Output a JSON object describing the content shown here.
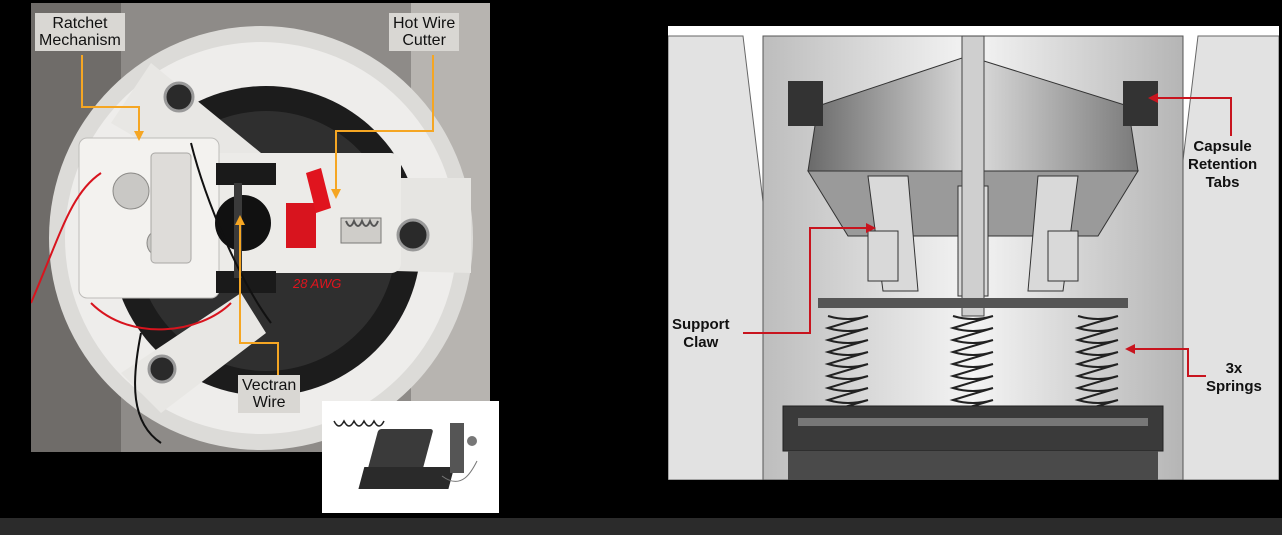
{
  "photo": {
    "labels": {
      "ratchet": [
        "Ratchet",
        "Mechanism"
      ],
      "hotwire": [
        "Hot Wire",
        "Cutter"
      ],
      "vectran": [
        "Vectran",
        "Wire"
      ],
      "handwritten": "28 AWG"
    },
    "colors": {
      "callout_line": "#f5a623",
      "wire_red": "#e0141e"
    }
  },
  "cad": {
    "labels": {
      "capsule": [
        "Capsule",
        "Retention",
        "Tabs"
      ],
      "support": [
        "Support",
        "Claw"
      ],
      "springs": [
        "3x",
        "Springs"
      ]
    },
    "colors": {
      "arrow": "#c8141e"
    }
  }
}
